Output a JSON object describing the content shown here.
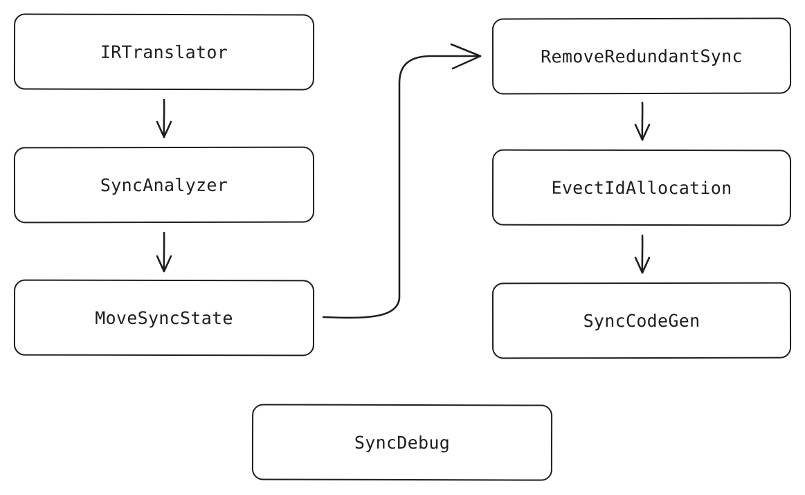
{
  "diagram": {
    "nodes": {
      "irtranslator": "IRTranslator",
      "syncanalyzer": "SyncAnalyzer",
      "movesyncstate": "MoveSyncState",
      "removeredundantsync": "RemoveRedundantSync",
      "evectidallocation": "EvectIdAllocation",
      "synccodegen": "SyncCodeGen",
      "syncdebug": "SyncDebug"
    },
    "edges": [
      {
        "from": "IRTranslator",
        "to": "SyncAnalyzer"
      },
      {
        "from": "SyncAnalyzer",
        "to": "MoveSyncState"
      },
      {
        "from": "MoveSyncState",
        "to": "RemoveRedundantSync"
      },
      {
        "from": "RemoveRedundantSync",
        "to": "EvectIdAllocation"
      },
      {
        "from": "EvectIdAllocation",
        "to": "SyncCodeGen"
      }
    ],
    "colors": {
      "stroke": "#1e1e1e",
      "background": "#ffffff"
    }
  }
}
